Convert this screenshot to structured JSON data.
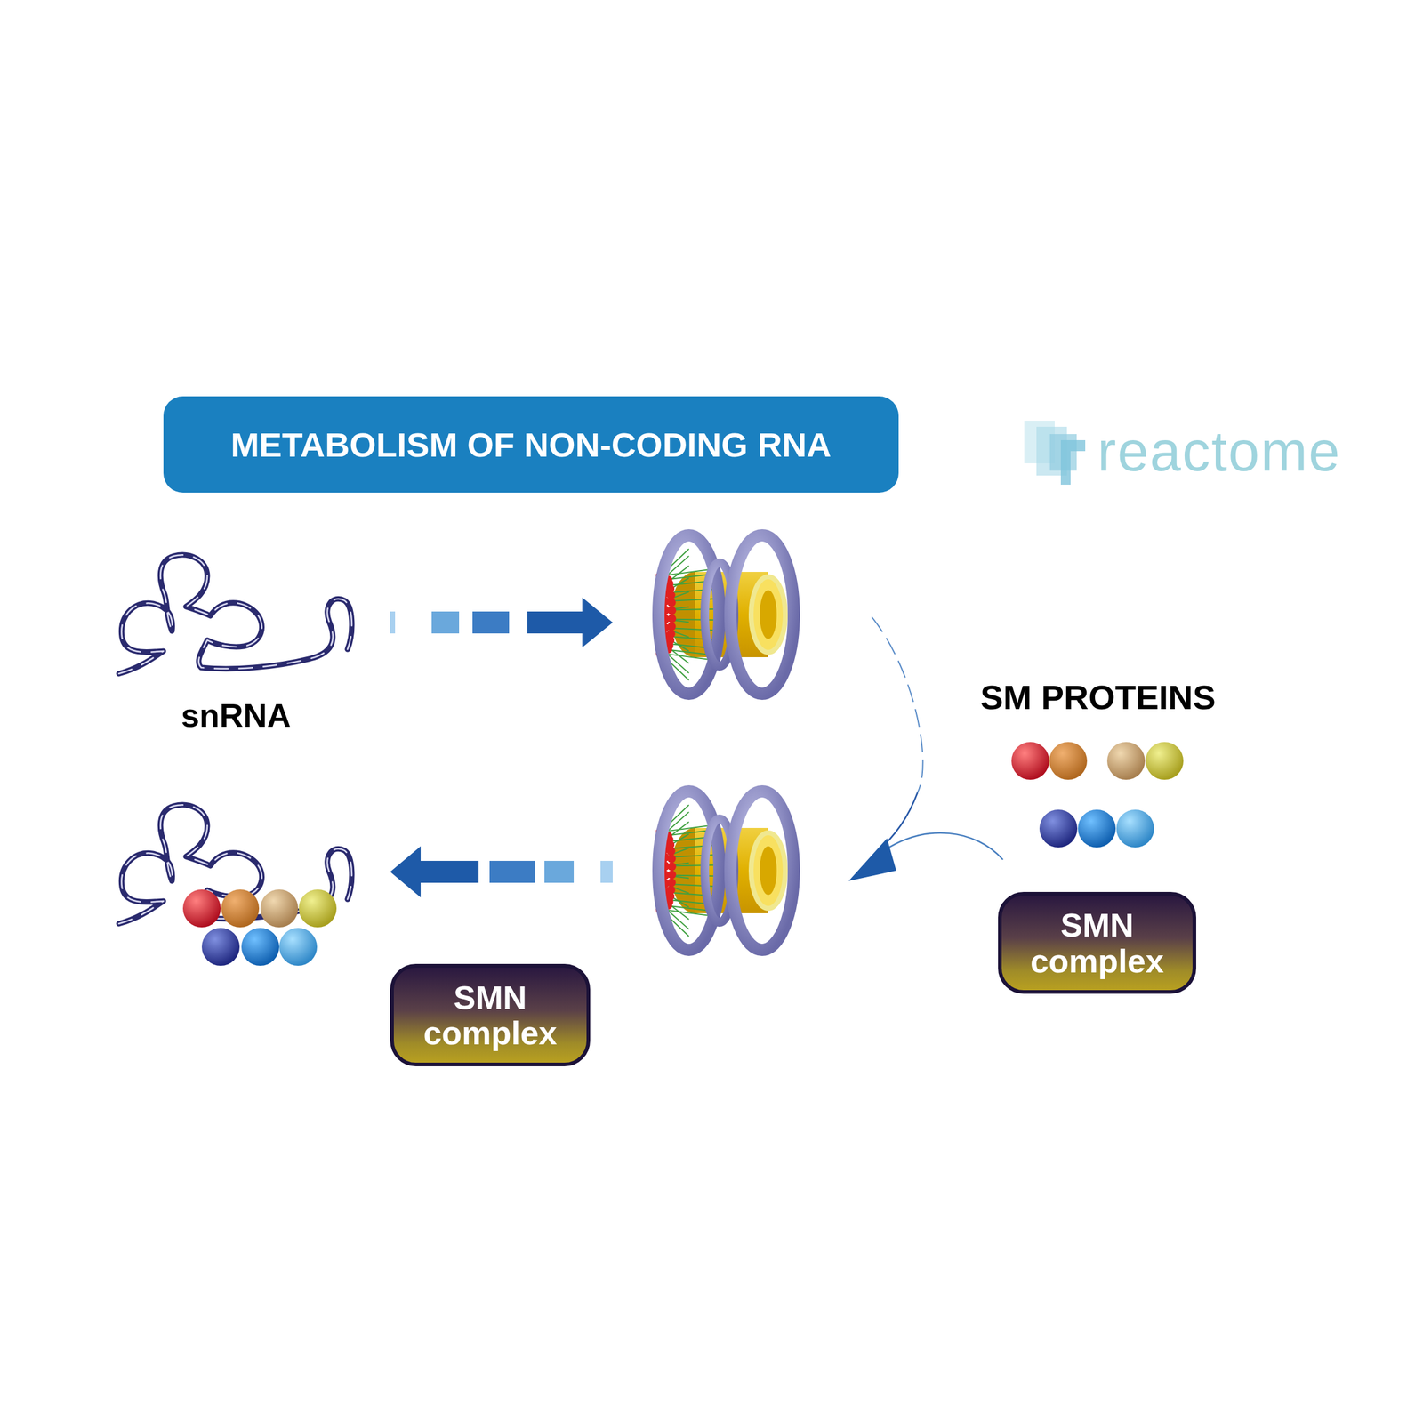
{
  "diagram": {
    "title": "METABOLISM OF NON-CODING RNA",
    "nodes": [
      {
        "text": [
          "SMN complex"
        ]
      },
      {
        "text": [
          "SMN complex"
        ]
      }
    ],
    "labels": [
      "snRNA",
      "SM PROTEINS",
      "reactome"
    ]
  }
}
